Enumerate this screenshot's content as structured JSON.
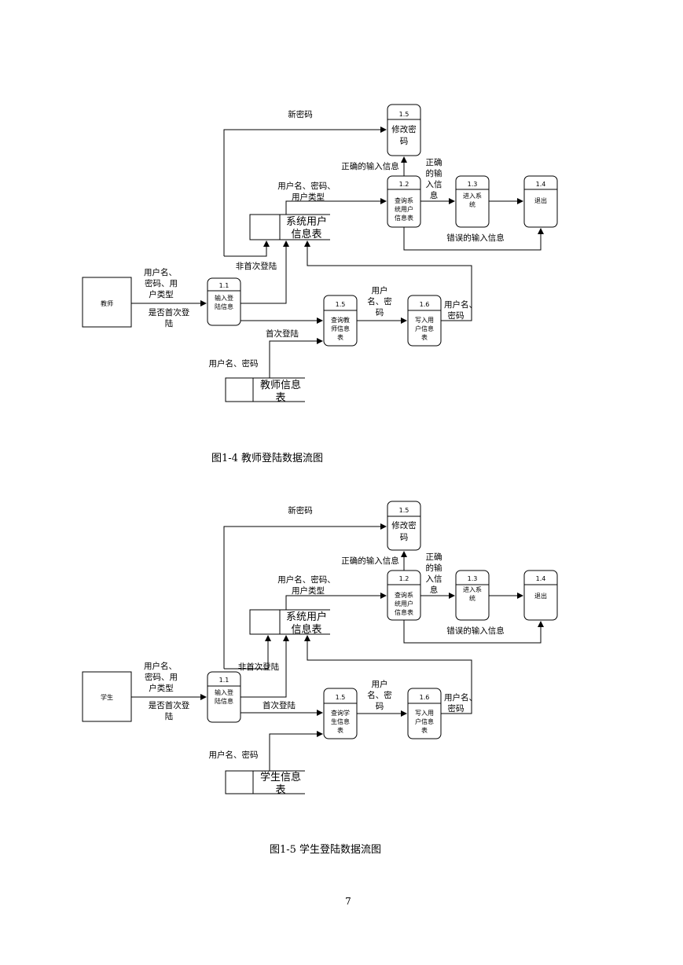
{
  "diagram1": {
    "caption": "图1-4 教师登陆数据流图",
    "entity": "教师",
    "p11": {
      "num": "1.1",
      "lines": [
        "输入登",
        "陆信息"
      ]
    },
    "p12": {
      "num": "1.2",
      "lines": [
        "查询系",
        "统用户",
        "信息表"
      ]
    },
    "p13": {
      "num": "1.3",
      "lines": [
        "进入系",
        "统"
      ]
    },
    "p14": {
      "num": "1.4",
      "lines": [
        "退出"
      ]
    },
    "p15top": {
      "num": "1.5",
      "lines": [
        "修改密",
        "码"
      ]
    },
    "p15mid": {
      "num": "1.5",
      "lines": [
        "查询教",
        "师信息",
        "表"
      ]
    },
    "p16": {
      "num": "1.6",
      "lines": [
        "写入用",
        "户信息",
        "表"
      ]
    },
    "store_sys": [
      "系统用户",
      "信息表"
    ],
    "store_info": [
      "教师信息",
      "表"
    ],
    "flows": {
      "new_pwd": "新密码",
      "correct_info": "正确的输入信息",
      "correct_info2": [
        "正确",
        "的输",
        "入信",
        "息"
      ],
      "user_pwd_type": [
        "用户名、密码、",
        "用户类型"
      ],
      "wrong_info": "错误的输入信息",
      "not_first": "非首次登陆",
      "input_left": [
        "用户名、",
        "密码、用",
        "户类型"
      ],
      "is_first": [
        "是否首次登",
        "陆"
      ],
      "first": "首次登陆",
      "user_pwd_mid": [
        "用户",
        "名、密",
        "码"
      ],
      "user_pwd_right": [
        "用户名、",
        "密码"
      ],
      "user_pwd_bottom": "用户名、密码"
    }
  },
  "diagram2": {
    "caption": "图1-5 学生登陆数据流图",
    "entity": "学生",
    "p11": {
      "num": "1.1",
      "lines": [
        "输入登",
        "陆信息"
      ]
    },
    "p12": {
      "num": "1.2",
      "lines": [
        "查询系",
        "统用户",
        "信息表"
      ]
    },
    "p13": {
      "num": "1.3",
      "lines": [
        "进入系",
        "统"
      ]
    },
    "p14": {
      "num": "1.4",
      "lines": [
        "退出"
      ]
    },
    "p15top": {
      "num": "1.5",
      "lines": [
        "修改密",
        "码"
      ]
    },
    "p15mid": {
      "num": "1.5",
      "lines": [
        "查询学",
        "生信息",
        "表"
      ]
    },
    "p16": {
      "num": "1.6",
      "lines": [
        "写入用",
        "户信息",
        "表"
      ]
    },
    "store_sys": [
      "系统用户",
      "信息表"
    ],
    "store_info": [
      "学生信息",
      "表"
    ],
    "flows": {
      "new_pwd": "新密码",
      "correct_info": "正确的输入信息",
      "correct_info2": [
        "正确",
        "的输",
        "入信",
        "息"
      ],
      "user_pwd_type": [
        "用户名、密码、",
        "用户类型"
      ],
      "wrong_info": "错误的输入信息",
      "not_first": "非首次登陆",
      "input_left": [
        "用户名、",
        "密码、用",
        "户类型"
      ],
      "is_first": [
        "是否首次登",
        "陆"
      ],
      "first": "首次登陆",
      "user_pwd_mid": [
        "用户",
        "名、密",
        "码"
      ],
      "user_pwd_right": [
        "用户名、",
        "密码"
      ],
      "user_pwd_bottom": "用户名、密码"
    }
  },
  "page_number": "7"
}
